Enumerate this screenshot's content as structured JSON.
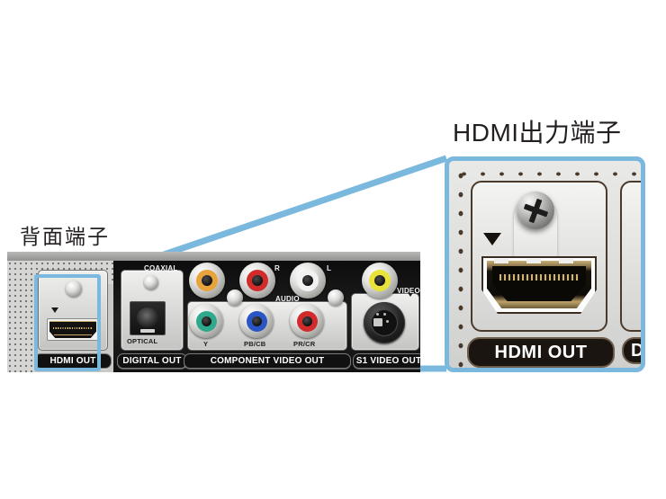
{
  "captions": {
    "hdmi_out_jp": "HDMI出力端子",
    "rear_panel_jp": "背面端子"
  },
  "colors": {
    "callout_blue": "#7ab8dd",
    "panel_grey": "#c9c9c7",
    "band_black": "#181818"
  },
  "rear_panel": {
    "chips": [
      {
        "id": "hdmi",
        "label": "HDMI OUT"
      },
      {
        "id": "digital",
        "label": "DIGITAL OUT"
      },
      {
        "id": "component",
        "label": "COMPONENT VIDEO OUT"
      },
      {
        "id": "s1",
        "label": "S1 VIDEO OUT"
      }
    ],
    "band_texts": [
      {
        "id": "coaxial",
        "label": "COAXIAL"
      },
      {
        "id": "audio-r",
        "label": "R"
      },
      {
        "id": "audio-l",
        "label": "L"
      },
      {
        "id": "audio",
        "label": "AUDIO"
      },
      {
        "id": "video",
        "label": "VIDEO"
      }
    ],
    "plate_texts": [
      {
        "id": "optical",
        "label": "OPTICAL"
      },
      {
        "id": "y",
        "label": "Y"
      },
      {
        "id": "pb-cb",
        "label": "PB/CB"
      },
      {
        "id": "pr-cr",
        "label": "PR/CR"
      }
    ],
    "jacks": [
      {
        "id": "coaxial-digital",
        "color": "#e8a33d",
        "row": "top"
      },
      {
        "id": "audio-right",
        "color": "#d12b2b",
        "row": "top"
      },
      {
        "id": "audio-left",
        "color": "#f2f2f2",
        "row": "top"
      },
      {
        "id": "composite-video",
        "color": "#e8e23a",
        "row": "top"
      },
      {
        "id": "component-y",
        "color": "#2fa98b",
        "row": "bottom"
      },
      {
        "id": "component-pb",
        "color": "#2a55c4",
        "row": "bottom"
      },
      {
        "id": "component-pr",
        "color": "#d12b2b",
        "row": "bottom"
      }
    ]
  },
  "callout": {
    "hdmi_label": "HDMI OUT",
    "next_label": "D"
  }
}
